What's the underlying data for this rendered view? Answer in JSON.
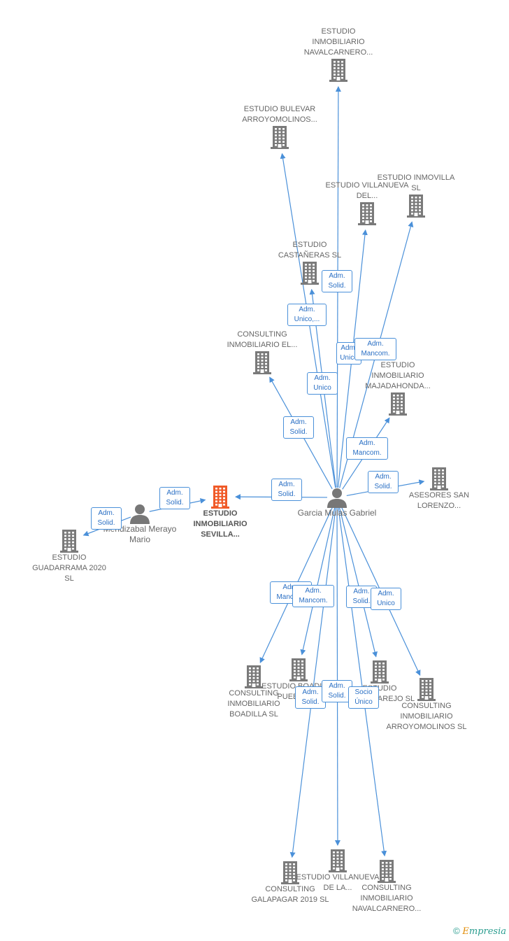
{
  "colors": {
    "edge": "#4a90d9",
    "building": "#7a7a7a",
    "focus": "#f05a28",
    "person": "#777777"
  },
  "nodes": [
    {
      "id": "navalcarnero_top",
      "type": "company",
      "label": "ESTUDIO INMOBILIARIO NAVALCARNERO..."
    },
    {
      "id": "bulevar",
      "type": "company",
      "label": "ESTUDIO BULEVAR ARROYOMOLINOS..."
    },
    {
      "id": "villanueva_del",
      "type": "company",
      "label": "ESTUDIO VILLANUEVA DEL..."
    },
    {
      "id": "inmovilla",
      "type": "company",
      "label": "ESTUDIO INMOVILLA SL"
    },
    {
      "id": "castaneras",
      "type": "company",
      "label": "ESTUDIO CASTAÑERAS SL"
    },
    {
      "id": "consulting_el",
      "type": "company",
      "label": "CONSULTING INMOBILIARIO EL..."
    },
    {
      "id": "majadahonda",
      "type": "company",
      "label": "ESTUDIO INMOBILIARIO MAJADAHONDA..."
    },
    {
      "id": "asesores",
      "type": "company",
      "label": "ASESORES SAN LORENZO..."
    },
    {
      "id": "sevilla",
      "type": "company",
      "focus": true,
      "label": "ESTUDIO INMOBILIARIO SEVILLA..."
    },
    {
      "id": "mendizabal",
      "type": "person",
      "label": "Mendizabal Merayo Mario"
    },
    {
      "id": "guadarrama",
      "type": "company",
      "label": "ESTUDIO GUADARRAMA 2020 SL"
    },
    {
      "id": "garcia",
      "type": "person",
      "label": "Garcia Mulas Gabriel"
    },
    {
      "id": "boadilla",
      "type": "company",
      "label": "CONSULTING INMOBILIARIO BOADILLA SL"
    },
    {
      "id": "boadilla_pueblo",
      "type": "company",
      "label": "ESTUDIO BOADILLA PUEBLO SL"
    },
    {
      "id": "colmenarejo",
      "type": "company",
      "label": "ESTUDIO COLMENAREJO SL"
    },
    {
      "id": "arroyomolinos",
      "type": "company",
      "label": "CONSULTING INMOBILIARIO ARROYOMOLINOS SL"
    },
    {
      "id": "galapagar",
      "type": "company",
      "label": "CONSULTING GALAPAGAR 2019 SL"
    },
    {
      "id": "villanueva_la",
      "type": "company",
      "label": "ESTUDIO VILLANUEVA DE LA..."
    },
    {
      "id": "navalcarnero_bot",
      "type": "company",
      "label": "CONSULTING INMOBILIARIO NAVALCARNERO..."
    }
  ],
  "edges": [
    {
      "from": "garcia",
      "to": "navalcarnero_top",
      "role": "Adm. Solid."
    },
    {
      "from": "garcia",
      "to": "bulevar",
      "role": "Adm. Unico,..."
    },
    {
      "from": "garcia",
      "to": "villanueva_del",
      "role": "Adm. Unico"
    },
    {
      "from": "garcia",
      "to": "inmovilla",
      "role": "Adm. Mancom."
    },
    {
      "from": "garcia",
      "to": "castaneras",
      "role": "Adm. Unico"
    },
    {
      "from": "garcia",
      "to": "consulting_el",
      "role": "Adm. Solid."
    },
    {
      "from": "garcia",
      "to": "majadahonda",
      "role": "Adm. Mancom."
    },
    {
      "from": "garcia",
      "to": "asesores",
      "role": "Adm. Solid."
    },
    {
      "from": "garcia",
      "to": "sevilla",
      "role": "Adm. Solid."
    },
    {
      "from": "mendizabal",
      "to": "sevilla",
      "role": "Adm. Solid."
    },
    {
      "from": "mendizabal",
      "to": "guadarrama",
      "role": "Adm. Solid."
    },
    {
      "from": "garcia",
      "to": "boadilla",
      "role": "Adm. Mancom."
    },
    {
      "from": "garcia",
      "to": "boadilla_pueblo",
      "role": "Adm. Mancom."
    },
    {
      "from": "garcia",
      "to": "colmenarejo",
      "role": "Adm. Solid."
    },
    {
      "from": "garcia",
      "to": "arroyomolinos",
      "role": "Adm. Unico"
    },
    {
      "from": "garcia",
      "to": "galapagar",
      "role": "Adm. Solid."
    },
    {
      "from": "garcia",
      "to": "villanueva_la",
      "role": "Adm. Solid."
    },
    {
      "from": "garcia",
      "to": "navalcarnero_bot",
      "role": "Socio Único"
    }
  ],
  "brand": {
    "copyright": "©",
    "e": "E",
    "rest": "mpresia"
  }
}
